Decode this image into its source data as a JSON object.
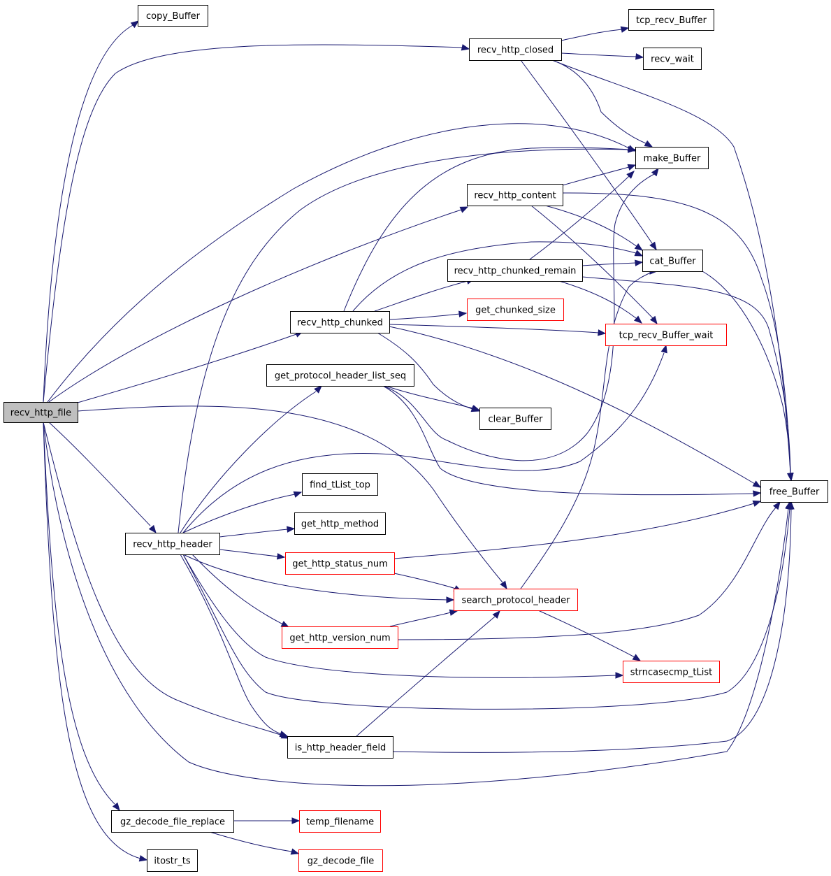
{
  "graph": {
    "root": "recv_http_file",
    "colors": {
      "edge": "#191970",
      "root_fill": "#bfbfbf",
      "node_border": "#000000",
      "linked_border": "#ff0000"
    },
    "nodes": [
      {
        "id": "recv_http_file",
        "label": "recv_http_file",
        "style": "root"
      },
      {
        "id": "copy_Buffer",
        "label": "copy_Buffer",
        "style": "normal"
      },
      {
        "id": "recv_http_closed",
        "label": "recv_http_closed",
        "style": "normal"
      },
      {
        "id": "tcp_recv_Buffer",
        "label": "tcp_recv_Buffer",
        "style": "normal"
      },
      {
        "id": "recv_wait",
        "label": "recv_wait",
        "style": "normal"
      },
      {
        "id": "make_Buffer",
        "label": "make_Buffer",
        "style": "normal"
      },
      {
        "id": "recv_http_content",
        "label": "recv_http_content",
        "style": "normal"
      },
      {
        "id": "cat_Buffer",
        "label": "cat_Buffer",
        "style": "normal"
      },
      {
        "id": "recv_http_chunked_remain",
        "label": "recv_http_chunked_remain",
        "style": "normal"
      },
      {
        "id": "get_chunked_size",
        "label": "get_chunked_size",
        "style": "red"
      },
      {
        "id": "recv_http_chunked",
        "label": "recv_http_chunked",
        "style": "normal"
      },
      {
        "id": "tcp_recv_Buffer_wait",
        "label": "tcp_recv_Buffer_wait",
        "style": "red"
      },
      {
        "id": "get_protocol_header_list_seq",
        "label": "get_protocol_header_list_seq",
        "style": "normal"
      },
      {
        "id": "clear_Buffer",
        "label": "clear_Buffer",
        "style": "normal"
      },
      {
        "id": "free_Buffer",
        "label": "free_Buffer",
        "style": "normal"
      },
      {
        "id": "find_tList_top",
        "label": "find_tList_top",
        "style": "normal"
      },
      {
        "id": "get_http_method",
        "label": "get_http_method",
        "style": "normal"
      },
      {
        "id": "recv_http_header",
        "label": "recv_http_header",
        "style": "normal"
      },
      {
        "id": "get_http_status_num",
        "label": "get_http_status_num",
        "style": "red"
      },
      {
        "id": "search_protocol_header",
        "label": "search_protocol_header",
        "style": "red"
      },
      {
        "id": "get_http_version_num",
        "label": "get_http_version_num",
        "style": "red"
      },
      {
        "id": "strncasecmp_tList",
        "label": "strncasecmp_tList",
        "style": "red"
      },
      {
        "id": "is_http_header_field",
        "label": "is_http_header_field",
        "style": "normal"
      },
      {
        "id": "gz_decode_file_replace",
        "label": "gz_decode_file_replace",
        "style": "normal"
      },
      {
        "id": "temp_filename",
        "label": "temp_filename",
        "style": "red"
      },
      {
        "id": "gz_decode_file",
        "label": "gz_decode_file",
        "style": "red"
      },
      {
        "id": "itostr_ts",
        "label": "itostr_ts",
        "style": "normal"
      }
    ],
    "edges": [
      {
        "from": "recv_http_file",
        "to": "copy_Buffer"
      },
      {
        "from": "recv_http_file",
        "to": "recv_http_closed"
      },
      {
        "from": "recv_http_file",
        "to": "make_Buffer"
      },
      {
        "from": "recv_http_file",
        "to": "recv_http_content"
      },
      {
        "from": "recv_http_file",
        "to": "recv_http_chunked"
      },
      {
        "from": "recv_http_file",
        "to": "search_protocol_header"
      },
      {
        "from": "recv_http_file",
        "to": "recv_http_header"
      },
      {
        "from": "recv_http_file",
        "to": "is_http_header_field"
      },
      {
        "from": "recv_http_file",
        "to": "free_Buffer"
      },
      {
        "from": "recv_http_file",
        "to": "gz_decode_file_replace"
      },
      {
        "from": "recv_http_file",
        "to": "itostr_ts"
      },
      {
        "from": "recv_http_closed",
        "to": "tcp_recv_Buffer"
      },
      {
        "from": "recv_http_closed",
        "to": "recv_wait"
      },
      {
        "from": "recv_http_closed",
        "to": "make_Buffer"
      },
      {
        "from": "recv_http_closed",
        "to": "cat_Buffer"
      },
      {
        "from": "recv_http_closed",
        "to": "free_Buffer"
      },
      {
        "from": "recv_http_content",
        "to": "make_Buffer"
      },
      {
        "from": "recv_http_content",
        "to": "cat_Buffer"
      },
      {
        "from": "recv_http_content",
        "to": "tcp_recv_Buffer_wait"
      },
      {
        "from": "recv_http_content",
        "to": "free_Buffer"
      },
      {
        "from": "recv_http_chunked_remain",
        "to": "make_Buffer"
      },
      {
        "from": "recv_http_chunked_remain",
        "to": "cat_Buffer"
      },
      {
        "from": "recv_http_chunked_remain",
        "to": "tcp_recv_Buffer_wait"
      },
      {
        "from": "recv_http_chunked_remain",
        "to": "free_Buffer"
      },
      {
        "from": "recv_http_chunked",
        "to": "make_Buffer"
      },
      {
        "from": "recv_http_chunked",
        "to": "cat_Buffer"
      },
      {
        "from": "recv_http_chunked",
        "to": "recv_http_chunked_remain"
      },
      {
        "from": "recv_http_chunked",
        "to": "get_chunked_size"
      },
      {
        "from": "recv_http_chunked",
        "to": "tcp_recv_Buffer_wait"
      },
      {
        "from": "recv_http_chunked",
        "to": "clear_Buffer"
      },
      {
        "from": "recv_http_chunked",
        "to": "free_Buffer"
      },
      {
        "from": "cat_Buffer",
        "to": "free_Buffer"
      },
      {
        "from": "get_protocol_header_list_seq",
        "to": "clear_Buffer"
      },
      {
        "from": "get_protocol_header_list_seq",
        "to": "make_Buffer"
      },
      {
        "from": "get_protocol_header_list_seq",
        "to": "free_Buffer"
      },
      {
        "from": "recv_http_header",
        "to": "make_Buffer"
      },
      {
        "from": "recv_http_header",
        "to": "get_protocol_header_list_seq"
      },
      {
        "from": "recv_http_header",
        "to": "tcp_recv_Buffer_wait"
      },
      {
        "from": "recv_http_header",
        "to": "find_tList_top"
      },
      {
        "from": "recv_http_header",
        "to": "get_http_method"
      },
      {
        "from": "recv_http_header",
        "to": "get_http_status_num"
      },
      {
        "from": "recv_http_header",
        "to": "search_protocol_header"
      },
      {
        "from": "recv_http_header",
        "to": "get_http_version_num"
      },
      {
        "from": "recv_http_header",
        "to": "strncasecmp_tList"
      },
      {
        "from": "recv_http_header",
        "to": "free_Buffer"
      },
      {
        "from": "recv_http_header",
        "to": "is_http_header_field"
      },
      {
        "from": "get_http_status_num",
        "to": "search_protocol_header"
      },
      {
        "from": "get_http_status_num",
        "to": "free_Buffer"
      },
      {
        "from": "get_http_version_num",
        "to": "search_protocol_header"
      },
      {
        "from": "get_http_version_num",
        "to": "free_Buffer"
      },
      {
        "from": "search_protocol_header",
        "to": "strncasecmp_tList"
      },
      {
        "from": "search_protocol_header",
        "to": "cat_Buffer"
      },
      {
        "from": "is_http_header_field",
        "to": "search_protocol_header"
      },
      {
        "from": "is_http_header_field",
        "to": "free_Buffer"
      },
      {
        "from": "gz_decode_file_replace",
        "to": "temp_filename"
      },
      {
        "from": "gz_decode_file_replace",
        "to": "gz_decode_file"
      }
    ]
  }
}
